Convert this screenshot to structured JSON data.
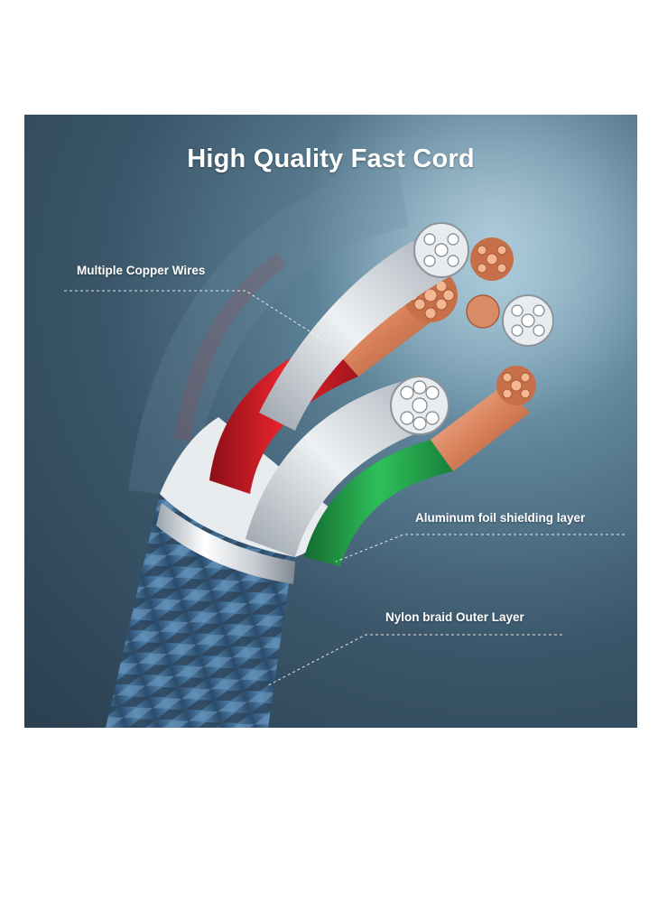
{
  "title": "High Quality Fast Cord",
  "callouts": {
    "copper_wires": "Multiple Copper Wires",
    "foil_layer": "Aluminum foil shielding layer",
    "nylon_layer": "Nylon braid Outer Layer"
  },
  "colors": {
    "background": "#3b566a",
    "text": "#ffffff",
    "red_wire": "#d8202a",
    "green_wire": "#22a24a",
    "braid": "#3d6a92",
    "copper": "#e0926e",
    "foil": "#d8dde2"
  }
}
